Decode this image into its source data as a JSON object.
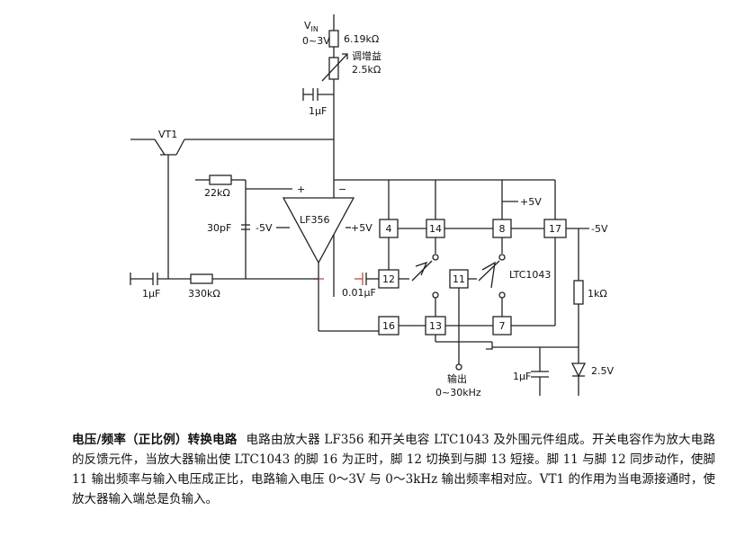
{
  "labels": {
    "vin": "V",
    "vin_sub": "IN",
    "vin_range": "0~3V",
    "r_in": "6.19kΩ",
    "gain_adj": "调增益",
    "r_gain": "2.5kΩ",
    "c_top": "1μF",
    "vt1": "VT1",
    "r22": "22kΩ",
    "c30": "30pF",
    "neg5_left": "-5V",
    "opamp": "LF356",
    "plus5_amp": "+5V",
    "c_left": "1μF",
    "r330": "330kΩ",
    "plus5_top": "+5V",
    "neg5_right": "-5V",
    "c_small": "0.01μF",
    "ltc": "LTC1043",
    "r1k": "1kΩ",
    "c_bottom": "1μF",
    "diode_v": "2.5V",
    "out": "输出",
    "out_range": "0~30kHz",
    "plus_sign": "+",
    "minus_sign": "−"
  },
  "pins": {
    "p4": "4",
    "p14": "14",
    "p8": "8",
    "p17": "17",
    "p12": "12",
    "p11": "11",
    "p16": "16",
    "p13": "13",
    "p7": "7"
  },
  "caption": {
    "title": "电压/频率（正比例）转换电路",
    "body": "电路由放大器 LF356 和开关电容 LTC1043 及外围元件组成。开关电容作为放大电路的反馈元件，当放大器输出使 LTC1043 的脚 16 为正时，脚 12 切换到与脚 13 短接。脚 11 与脚 12 同步动作，使脚 11 输出频率与输入电压成正比，电路输入电压 0～3V 与 0～3kHz 输出频率相对应。VT1 的作用为当电源接通时，使放大器输入端总是负输入。"
  }
}
